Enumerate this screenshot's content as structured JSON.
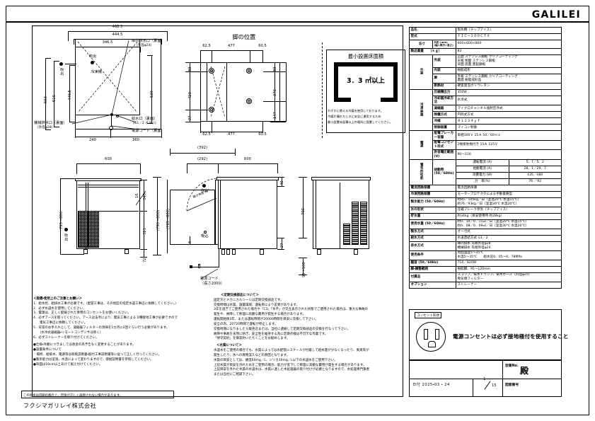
{
  "sheet": {
    "brand": "GALILEI",
    "company": "フクシマガリレイ株式会社",
    "disclaimer": "この図面は印刷の都合上、尺度が正しく再現されない場合があります。"
  },
  "drawings": {
    "top_view": {
      "dims": {
        "w_outer": "466.5",
        "w_mid": "444.5",
        "w_inner": "346.5",
        "h_outer": "593",
        "h_mid": "516",
        "h_inner": "449.5",
        "h_right": "539",
        "bottom_left": "240",
        "bottom_right": "360"
      },
      "labels": {
        "blow1": "吹出",
        "blow2": "吹出",
        "refrig": "冷凍機",
        "drain_inner": "庫内排水口（裏面）",
        "drain_inner_sub": "（外径φ24）",
        "drain_machine": "機械排水口（裏面）",
        "drain_machine_sub": "（外径φ28）",
        "water_in": "給水口（裏面）",
        "water_in_sub": "(G1／2  オネジ)",
        "power_cord": "電源コード（裏面）"
      }
    },
    "leg_view": {
      "title": "脚の位置",
      "dims": {
        "top_left": "62.5",
        "top_mid": "477",
        "top_right": "60.5",
        "bottom_left": "62.5",
        "bottom_mid": "477",
        "bottom_right": "60.5",
        "left_a": "83",
        "left_b": "420",
        "left_c": "97",
        "right_a": "83",
        "right_b": "370",
        "right_c": "147"
      }
    },
    "min_area": {
      "title": "最小設置床面積",
      "value": "3．3 ㎡以上",
      "note": [
        "わずかに燃える冷媒を使用しております。",
        "冷媒が漏れたときに安全に運用するため",
        "最小設置床面積以上の場所に設置してください。"
      ]
    },
    "front_view": {
      "dims": {
        "width": "600",
        "height_range": "795～800",
        "h_top": "345",
        "h_mid": "16",
        "h_body": "321",
        "h_leg": "72"
      },
      "labels": {
        "blow": "吹出"
      }
    },
    "side_view": {
      "dims": {
        "depth_paren": "(392)",
        "depth_top": "(292)",
        "depth_600": "600",
        "h_40": "40",
        "h_27": "27",
        "h_15": "15",
        "h_700": "700",
        "h_range_outer": "(790～800)",
        "h_range_inner": "(765～800)",
        "h_95_100": "95～100",
        "door_open": "開き角度 90°"
      },
      "labels": {
        "blow": "吹出",
        "suck": "吸込",
        "power_cord": "電源コード",
        "power_cord_sub": "（長さ2000）"
      }
    }
  },
  "spec": {
    "rows": [
      {
        "label": "品名",
        "value": "製氷機〔チップアイス〕"
      },
      {
        "label": "型式",
        "value": "ＦＩＣ－１００ＣＴＸ"
      },
      {
        "label": "寸法",
        "sublabel": "外形 (mm)\n(幅×奥行×高さ)",
        "value": "600×600×800",
        "vcat": "寸法"
      },
      {
        "label": "製品質量　　（ｋｇ）",
        "value": "83"
      },
      {
        "vcat": "外装",
        "sublabel": "外装",
        "value": "正面 ステンレス鋼板 クリアコーティング\n天板 側面 ステンレス鋼板\n背面 底面 亜鉛鉄板"
      },
      {
        "sublabel": "内装",
        "value": "樹脂成形"
      },
      {
        "sublabel": "扉",
        "value": "外板 ステンレス鋼板 クリアコーティング\n裏面 樹脂成形品"
      },
      {
        "sublabel": "断熱材",
        "value": "硬質発泡ポリウレタン"
      },
      {
        "vcat": "冷凍装置",
        "sublabel": "圧縮機出力",
        "value": "350W"
      },
      {
        "sublabel": "冷却器冷却方法",
        "value": "水冷式"
      },
      {
        "sublabel": "凝縮器",
        "value": "マイクロチャンネル強制空冷式"
      },
      {
        "sublabel": "除霜方式",
        "value": "円筒式方式"
      },
      {
        "sublabel": "冷媒",
        "value": "Ｒ１２３４ｙｆ"
      },
      {
        "sublabel": "制御装置",
        "value": "マイコン制御"
      },
      {
        "vcat": "電源",
        "sublabel": "配電ブレーカー容量",
        "value": "単相100Ｖ 15Ａ 50／60Ｈｚ"
      },
      {
        "sublabel": "配電コンセント形式",
        "value": "2極接地極付き 15Ａ 125Ｖ"
      },
      {
        "sublabel": "許容電圧範囲 (V)",
        "value": "90～110"
      },
      {
        "vcat": "電気的性能",
        "sublabel": "始動時\n(50／60Hz)",
        "sub2": [
          {
            "k": "運転電流 (A)",
            "v": "5．7／5．2"
          },
          {
            "k": "始動電流 (A)",
            "v": "28．1／29．7"
          },
          {
            "k": "消費電力 (W)",
            "v": "435／480"
          },
          {
            "k": "力　率(%)",
            "v": "76 ／92"
          }
        ]
      },
      {
        "label": "電流回路保護",
        "value": "電流回路保護"
      },
      {
        "label": "冷凍回路保護",
        "value": "モータープロテクタによる手動復帰型"
      },
      {
        "label": "製氷能力 (50／60Hz)",
        "value": "約85／105kg／日（室温20℃ 水温15℃）\n約76／93kg／日（室温30℃ 水温20℃）"
      },
      {
        "label": "氷の形状",
        "value": "圧縮フレーク状氷〔チップアイス〕"
      },
      {
        "label": "貯氷量",
        "value": "約34kg（目安使用時 約28kg）"
      },
      {
        "label": "使用水量 (50／60Hz)",
        "value": "約0．10／0．11㎥／日（室温20℃ 水温15℃）\n約0．08／0．09㎥／日（室温30℃ 水温20℃）"
      },
      {
        "label": "製氷方式",
        "value": "オーガ式"
      },
      {
        "label": "給水方式",
        "value": "水道直結方式 G1／2"
      },
      {
        "label": "排水方式",
        "sublabel": "",
        "value": "庫内排水 先端外径φ28\n機械排水 先端外径φ24"
      },
      {
        "label": "使用条件",
        "value": "周囲温度5～35℃\n水温5～35℃　　給水圧0．05～0．78MPa"
      },
      {
        "label": "騒音 (50／60Hz)",
        "value": "710／820W"
      },
      {
        "label": "脚・調整範囲",
        "value": "樹脂脚、95～120mm"
      },
      {
        "label": "付属品",
        "value": "スコップ、排水トラップ、排水ホース〔内径φ25〕\n吸気側フィルター"
      },
      {
        "label": "オプション",
        "value": "ストレーナー"
      }
    ]
  },
  "notes_left": {
    "title": "＜設置・使用上のご注意とお願い＞",
    "items": [
      "1．給水栓、給排水工事が必要です。（配管工事は、その地区の指定水道工事店に依頼してください。）",
      "2．必ず水道水を使用してください。",
      "3．電源は、正しく配線された専用のコンセントをお使いください。",
      "4．必ずアースを取ってください。アースは法令により、電気工事による D種接地工事が必要ですので",
      "　　電気工事店に依頼してください。",
      "5．日常のお手入れとして、凝縮器フィルターの清掃を1カ月に2回ぐらい行う必要があります。",
      "　　〔水冷式凝縮器・リモートコンデンサは除く〕",
      "6．必ずストレーナーを取り付けてください。"
    ],
    "bullets": [
      "●仕様・外観につきましては改良の為予告なく変更することがあります。",
      "●設置条件について",
      "　場所、給排水、電源等は取扱説明書・据付工事説明書等に従って正しく行ってください。",
      "●製氷能力は室温、水温によって変わりますので、取扱説明書を参照してください。",
      "●背面は10cm以上あけて据え付けてください。"
    ]
  },
  "notes_mid": {
    "section1_title": "＜定期交換部品について＞",
    "section1": [
      "固定刃とメカニカルシールは定期交換部品です。",
      "交換時間は水質、設置環境、運転率により差異があります。",
      "3年を過ぎてご使用された場合や「C3」「氷不」が交互表示された状態でご使用された場合は、重大な事故の",
      "発生や、故障して修理に高額な費用が発生する場合があります。",
      "運転開始後3年、または運転時間が20000時間を目安に交換して下さい。",
      "安全の為、20720時間で運転が停止します。",
      "交換時期になりましたら販売店または、当社に連絡して定期交換部品の交換を行なって下さい。",
      "故障や事故を未然に防ぎ、安全性を維持する為に定期点検は不可欠な作業です。",
      "「保守契約」を御契約いただくことをお勧めします。"
    ],
    "section2_title": "＜水質について＞",
    "section2": [
      "水道水をご使用の場合でも、水質によっては水配管にスケールが付着して給水量が少なくなったり、異臭等が",
      "発生したり、氷への異物混入などの原因となります。",
      "水質の目安としては、硬度60mg／L、シリカ30mg／L以下の水道水をご使用下さい。",
      "上記水質が目安を外れた水をご使用の場合、能力が低下して修理に高額な費用が発生する場合があります。",
      "上記目安を外れた水質の水道水は、水質に適した水処理器の取り付けが必要となりますので、水処理専門業者",
      "または当社にご相談下さい。"
    ]
  },
  "outlet": {
    "tag": "コンセント形状",
    "text": "電源コンセントは必ず接地極付を使用すること"
  },
  "titleblock": {
    "dono": "殿",
    "kataban_label": "型番No.",
    "date": "日付 2025・03 ・ 24",
    "page_num": "1",
    "page_den": "15",
    "zuban_label": "図面番号"
  }
}
